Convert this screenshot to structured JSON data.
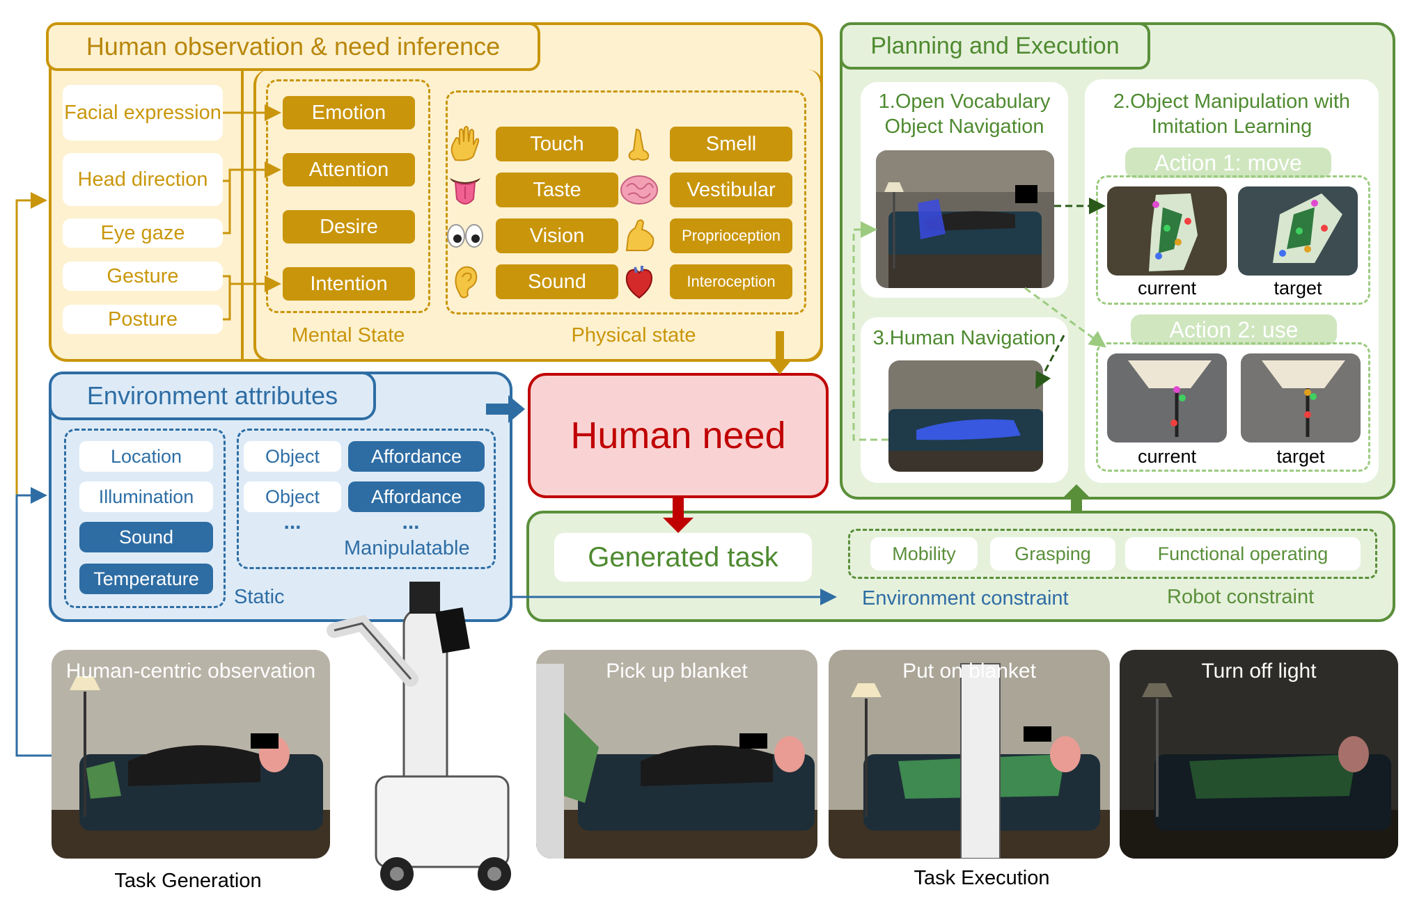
{
  "observation": {
    "title": "Human observation & need inference",
    "cues": [
      "Facial expression",
      "Head direction",
      "Eye gaze",
      "Gesture",
      "Posture"
    ],
    "mental_state": {
      "label": "Mental State",
      "items": [
        "Emotion",
        "Attention",
        "Desire",
        "Intention"
      ]
    },
    "physical_state": {
      "label": "Physical state",
      "items": [
        "Touch",
        "Smell",
        "Taste",
        "Vestibular",
        "Vision",
        "Proprioception",
        "Sound",
        "Interoception"
      ],
      "icons": [
        "hand-icon",
        "nose-icon",
        "tongue-icon",
        "brain-icon",
        "eyes-icon",
        "flexed-arm-icon",
        "ear-icon",
        "heart-icon"
      ]
    }
  },
  "environment": {
    "title": "Environment attributes",
    "static": {
      "label": "Static",
      "items": [
        "Location",
        "Illumination",
        "Sound",
        "Temperature"
      ]
    },
    "manipulatable": {
      "label": "Manipulatable",
      "objects": [
        "Object",
        "Object"
      ],
      "affordances": [
        "Affordance",
        "Affordance"
      ],
      "ellipsis": "..."
    }
  },
  "human_need": "Human need",
  "generated_task": {
    "title": "Generated task",
    "skills": [
      "Mobility",
      "Grasping",
      "Functional operating"
    ],
    "env_constraint": "Environment constraint",
    "robot_constraint": "Robot constraint"
  },
  "planning": {
    "title": "Planning and Execution",
    "nav": "1.Open Vocabulary Object Navigation",
    "manip": "2.Object Manipulation with Imitation Learning",
    "human_nav": "3.Human Navigation",
    "action1": "Action 1: move",
    "action2": "Action 2: use",
    "current": "current",
    "target": "target"
  },
  "bottom": {
    "observation_label": "Human-centric observation",
    "task_generation": "Task Generation",
    "steps": [
      "Pick up blanket",
      "Put on blanket",
      "Turn off light"
    ],
    "task_execution": "Task Execution"
  },
  "colors": {
    "gold": "#c9950b",
    "yellow_bg": "#fdf1cf",
    "blue": "#2e6da4",
    "blue_bg": "#deebf7",
    "green": "#5a8f3a",
    "green_bg": "#e6f1dc",
    "red": "#c00000",
    "red_bg": "#f9d3d3"
  }
}
